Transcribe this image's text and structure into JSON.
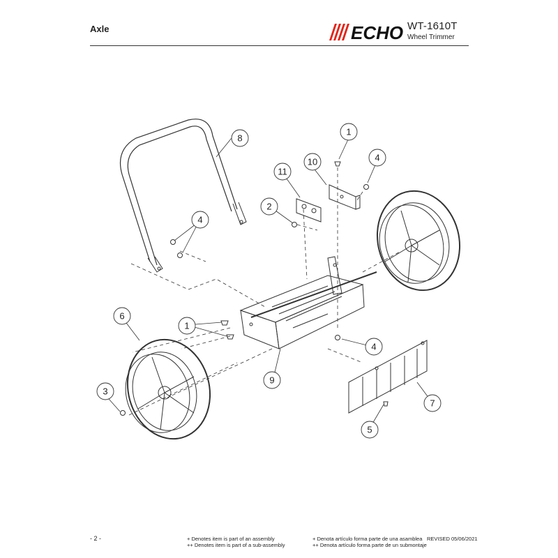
{
  "header": {
    "title": "Axle",
    "brand": "ECHO",
    "model": "WT-1610T",
    "model_subtitle": "Wheel Trimmer"
  },
  "brand_color": "#e0251b",
  "callouts": [
    "1",
    "2",
    "3",
    "4",
    "4",
    "1",
    "4",
    "5",
    "6",
    "7",
    "8",
    "9",
    "10",
    "11"
  ],
  "footer": {
    "page": "- 2 -",
    "note_assembly_en": "+ Denotes item is part of an assembly",
    "note_subassembly_en": "++ Denotes item is part of a sub-assembly",
    "note_assembly_es": "+ Denota artículo forma parte de una asamblea",
    "note_subassembly_es": "++ Denota artículo forma parte de un submontaje",
    "revised": "REVISED 05/06/2021"
  }
}
